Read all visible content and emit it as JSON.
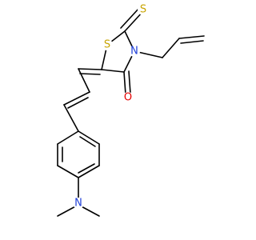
{
  "molecule": {
    "atoms": {
      "S_ring": {
        "text": "S",
        "color": "#C8A400"
      },
      "S_thione": {
        "text": "S",
        "color": "#C8A400"
      },
      "N_ring": {
        "text": "N",
        "color": "#1F3FD8"
      },
      "O_carbonyl": {
        "text": "O",
        "color": "#E60000"
      },
      "N_amine": {
        "text": "N",
        "color": "#1F3FD8"
      }
    },
    "bond_color": "#000000"
  }
}
